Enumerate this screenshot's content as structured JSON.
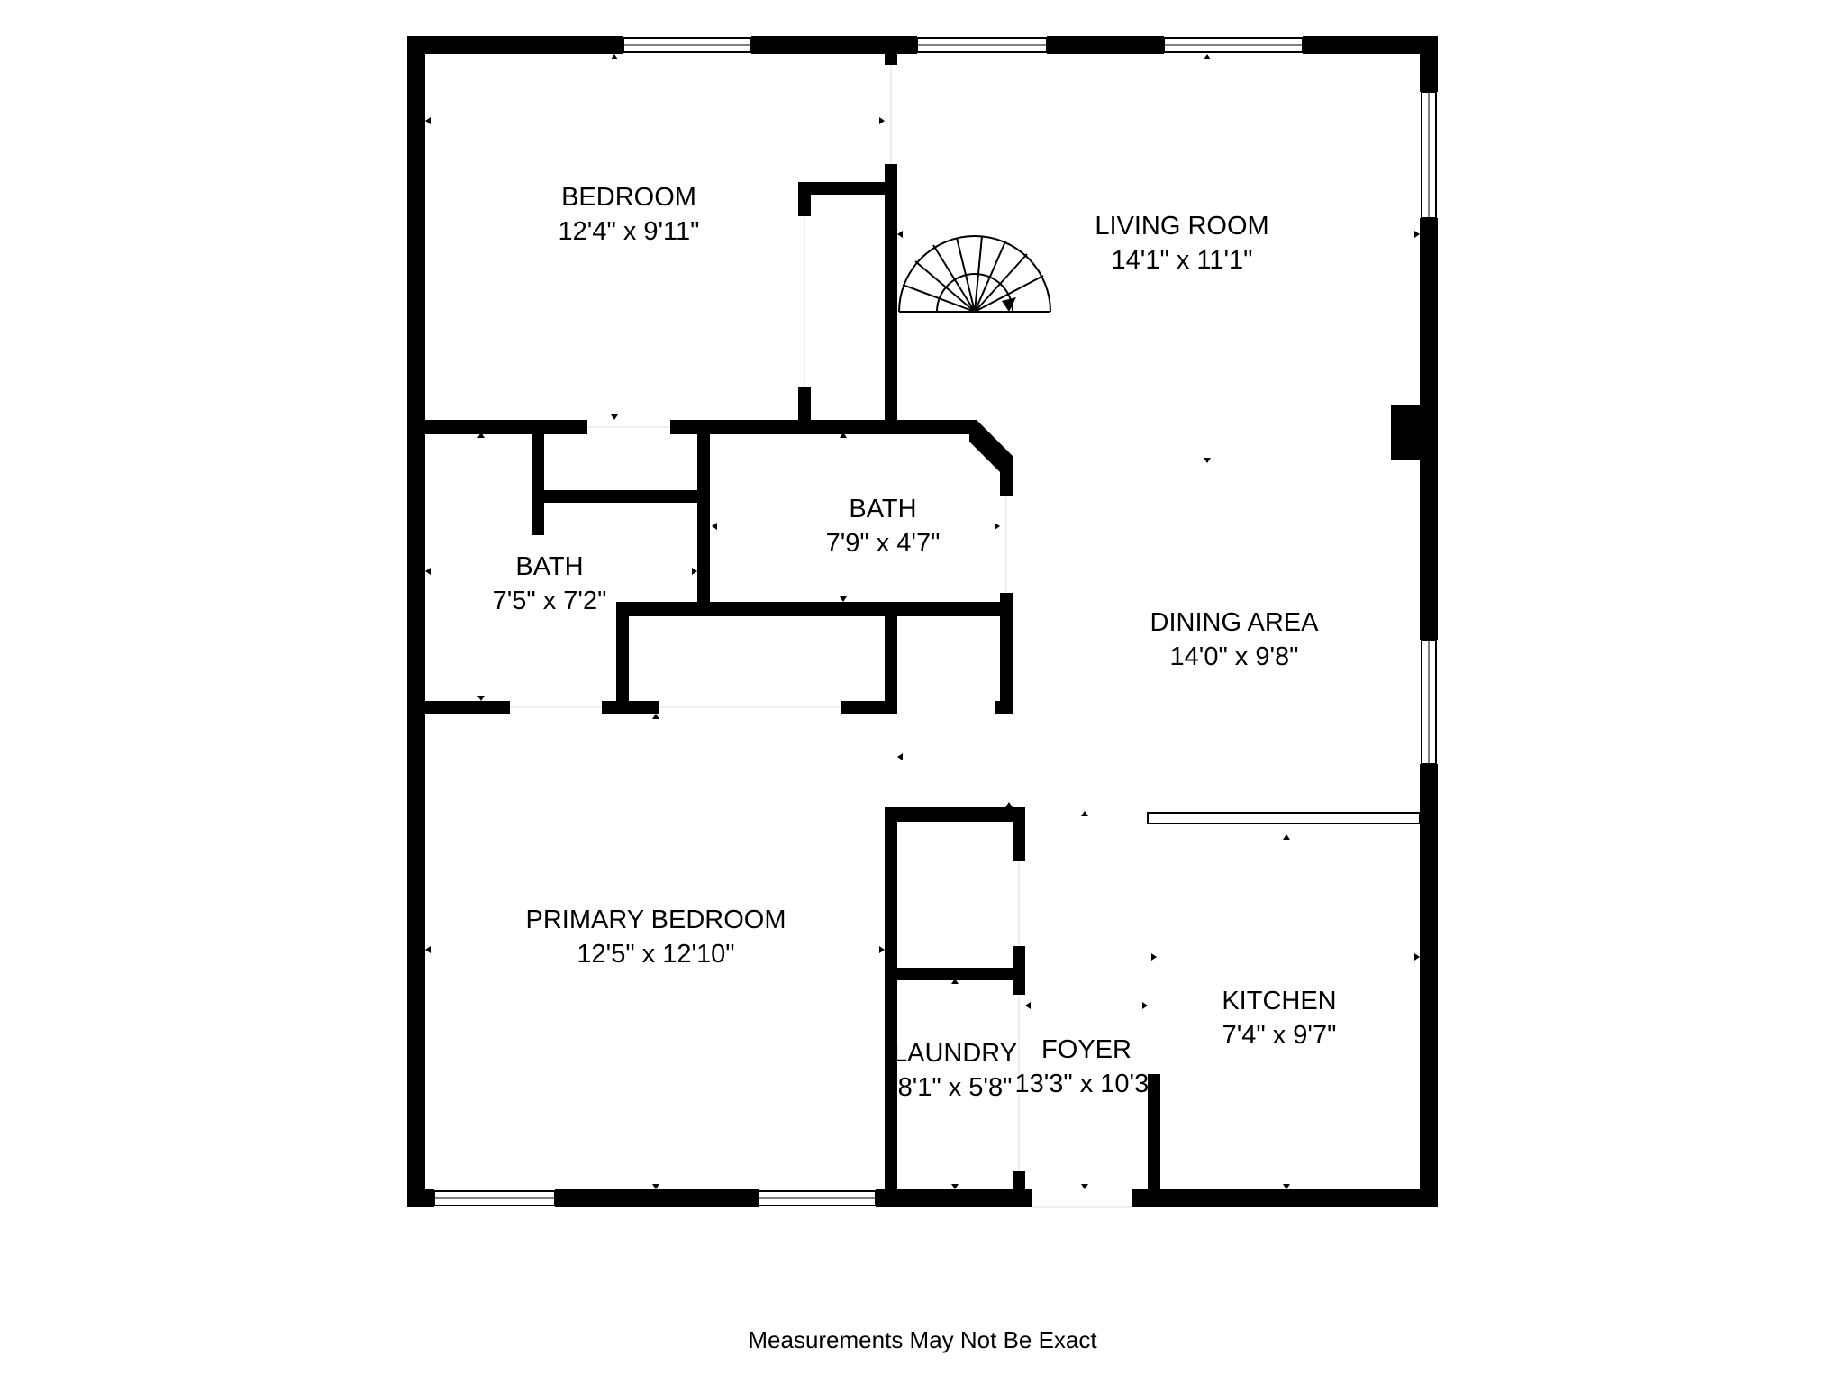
{
  "rooms": [
    {
      "id": "bedroom",
      "name": "BEDROOM",
      "size": "12'4\" x 9'11\""
    },
    {
      "id": "living-room",
      "name": "LIVING ROOM",
      "size": "14'1\" x 11'1\""
    },
    {
      "id": "bath-1",
      "name": "BATH",
      "size": "7'5\" x 7'2\""
    },
    {
      "id": "bath-2",
      "name": "BATH",
      "size": "7'9\" x 4'7\""
    },
    {
      "id": "dining-area",
      "name": "DINING AREA",
      "size": "14'0\" x 9'8\""
    },
    {
      "id": "primary-bedroom",
      "name": "PRIMARY BEDROOM",
      "size": "12'5\" x 12'10\""
    },
    {
      "id": "kitchen",
      "name": "KITCHEN",
      "size": "7'4\" x 9'7\""
    },
    {
      "id": "laundry",
      "name": "LAUNDRY",
      "size": "8'1\" x 5'8\""
    },
    {
      "id": "foyer",
      "name": "FOYER",
      "size": "13'3\" x 10'3\""
    }
  ],
  "footer": {
    "note": "Measurements May Not Be Exact"
  },
  "colors": {
    "wall": "#000000",
    "background": "#ffffff"
  }
}
